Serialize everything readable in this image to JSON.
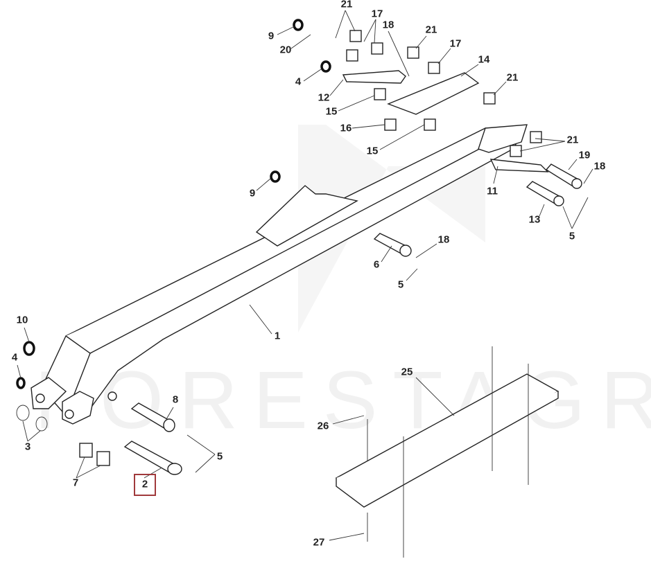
{
  "watermark": "FORESTAGRI",
  "highlight_color": "#a0393b",
  "highlighted_part": "2",
  "labels": [
    "21",
    "17",
    "18",
    "21",
    "17",
    "14",
    "21",
    "9",
    "20",
    "4",
    "12",
    "15",
    "16",
    "15",
    "21",
    "19",
    "18",
    "11",
    "13",
    "5",
    "9",
    "18",
    "6",
    "5",
    "1",
    "10",
    "4",
    "3",
    "8",
    "5",
    "7",
    "2",
    "25",
    "26",
    "27"
  ]
}
